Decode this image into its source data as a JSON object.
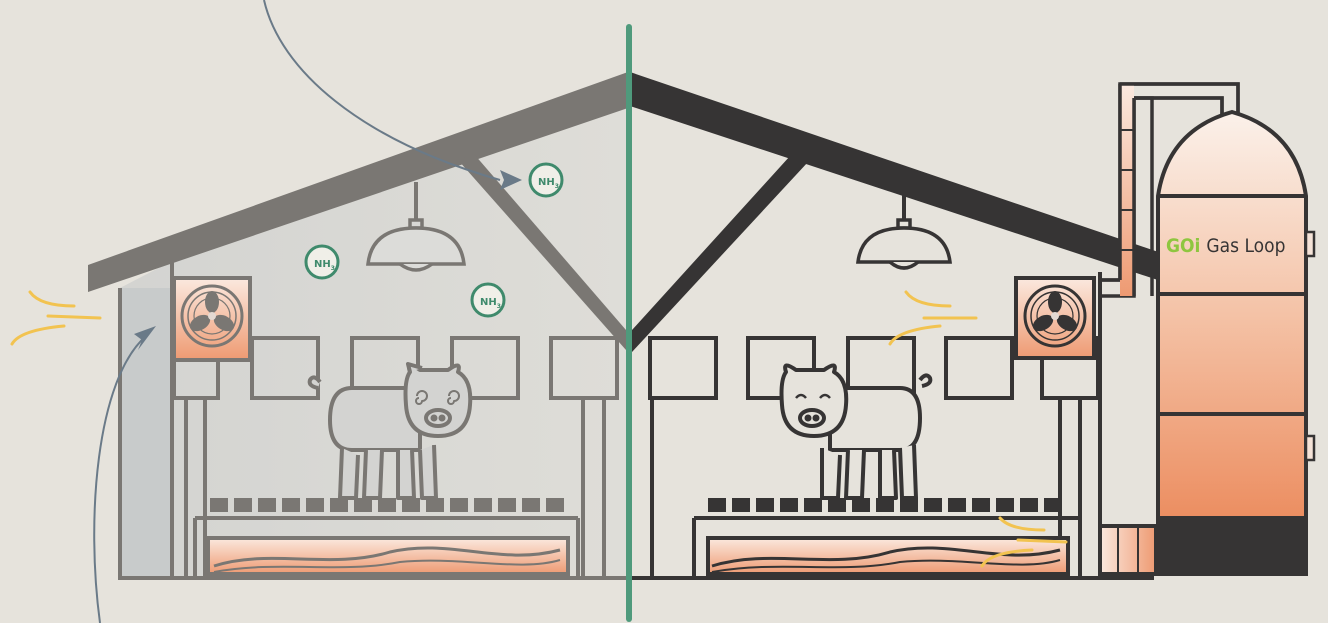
{
  "gas_loop_brand": "GOi",
  "gas_loop_name": "Gas Loop",
  "ammonia_label": "NH",
  "ammonia_subscript": "3",
  "colors": {
    "background": "#e6e3dc",
    "barn_before": "#7a7773",
    "barn_after": "#363434",
    "divider": "#4f9a7c",
    "ammonia": "#3f8a6c",
    "brand_green": "#8ec63f",
    "heat_orange": "#ee9a72",
    "airflow_yellow": "#f2c350",
    "airflow_arrow": "#6a7a88"
  },
  "icons": [
    "wind-icon",
    "fan-icon",
    "lamp-icon",
    "pig-dizzy-icon",
    "pig-happy-icon",
    "ammonia-bubble-icon",
    "scrubber-tower-icon"
  ]
}
